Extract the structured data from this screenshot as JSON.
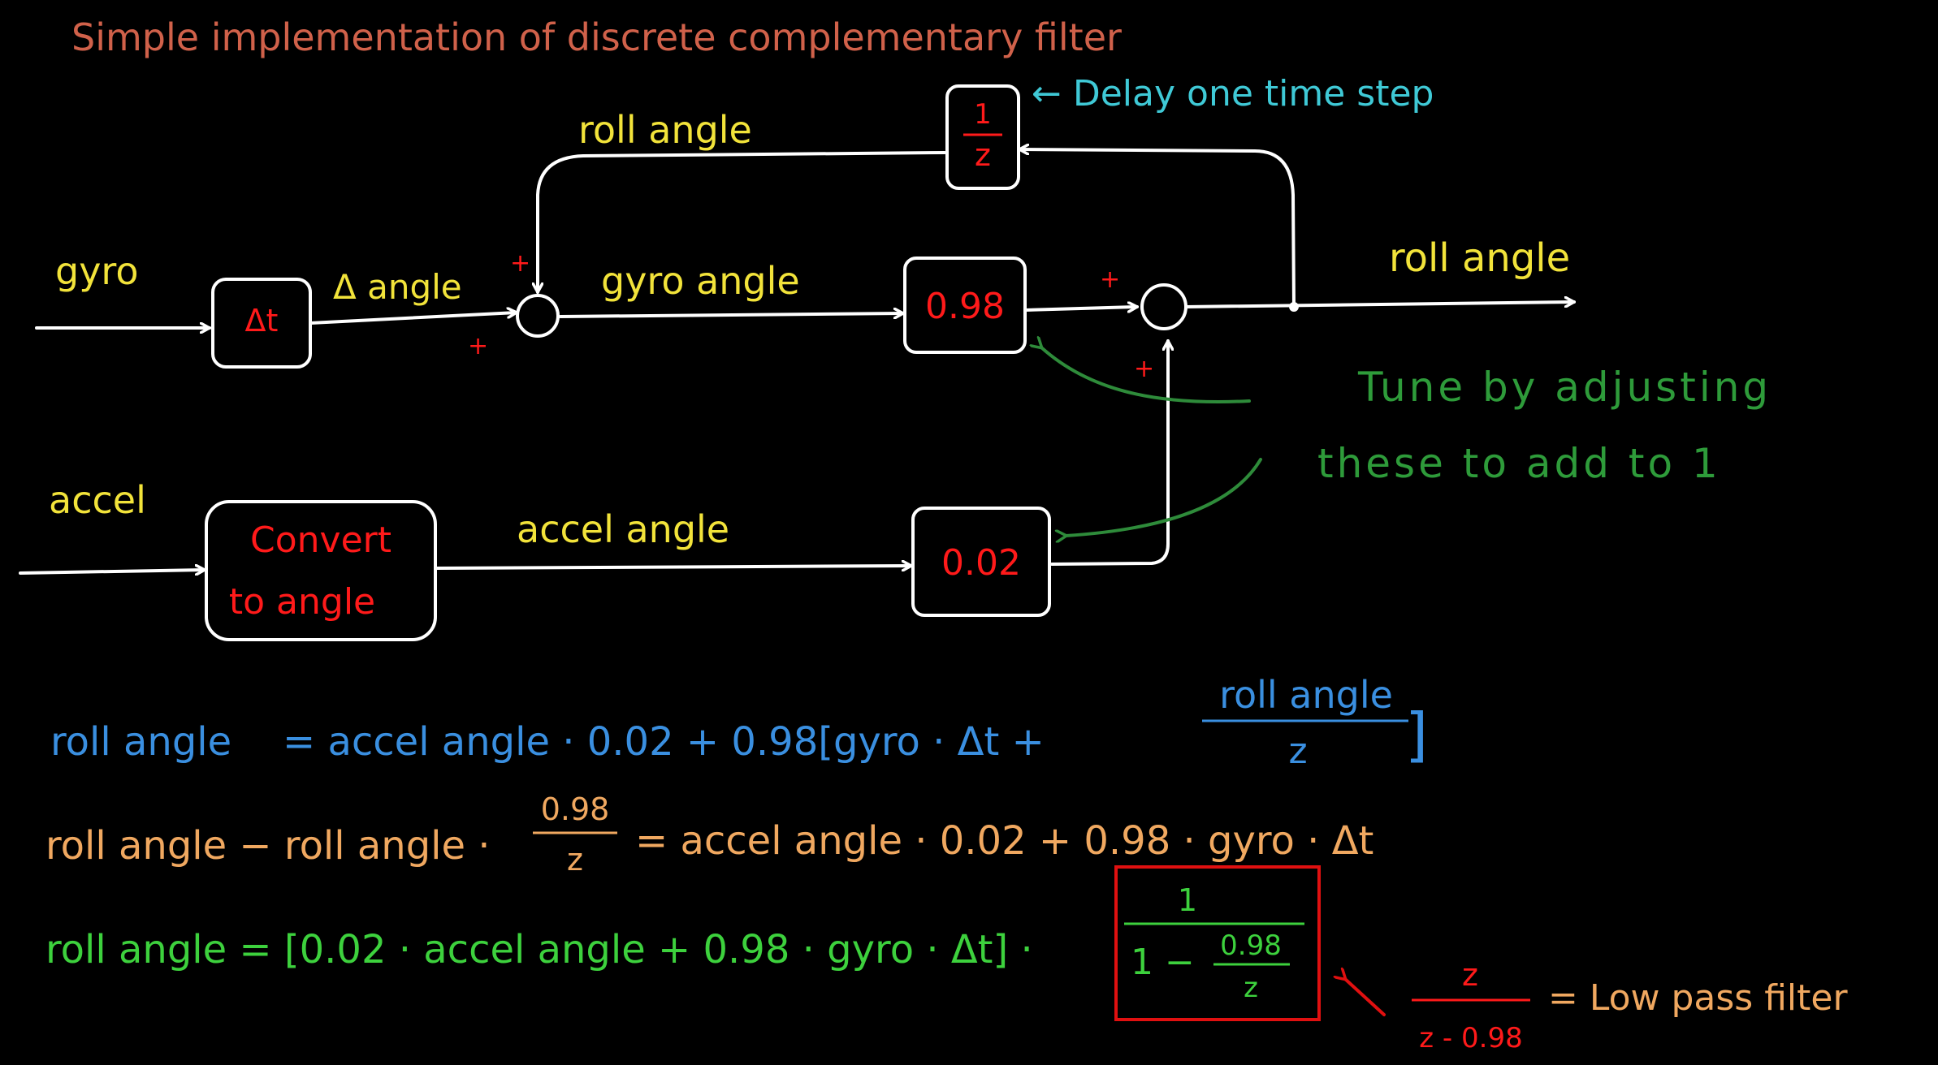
{
  "title": "Simple implementation of discrete complementary filter",
  "colors": {
    "background": "#000000",
    "wire": "#ffffff",
    "block_text": "#ff1a1a",
    "signal_label": "#f2e33a",
    "delay_note": "#3fc9d6",
    "tune_note": "#2e9b3a",
    "eq1": "#3a8fe0",
    "eq2": "#f0a860",
    "eq3": "#3dd13d",
    "eq_box": "#e01010",
    "sign": "#ff1a1a"
  },
  "diagram": {
    "inputs": {
      "gyro": "gyro",
      "accel": "accel"
    },
    "blocks": {
      "dt": "Δt",
      "delay_num": "1",
      "delay_den": "z",
      "gyro_gain": "0.98",
      "accel_gain": "0.02",
      "convert_line1": "Convert",
      "convert_line2": "to angle"
    },
    "labels": {
      "delta_angle": "Δ angle",
      "gyro_angle": "gyro angle",
      "accel_angle": "accel angle",
      "roll_angle_feedback": "roll angle",
      "roll_angle_output": "roll angle"
    },
    "signs": {
      "s1_top": "+",
      "s1_left": "+",
      "s2_left": "+",
      "s2_bottom": "+"
    },
    "notes": {
      "delay": "← Delay one time step",
      "tune_line1": "Tune by adjusting",
      "tune_line2": "these to add to 1"
    }
  },
  "equations": {
    "eq1": {
      "lhs": "roll angle",
      "rhs_a": "= accel angle · 0.02 + 0.98[gyro · Δt +",
      "frac_num": "roll angle",
      "frac_den": "z",
      "close": "]"
    },
    "eq2": {
      "lhs": "roll angle − roll angle ·",
      "frac_num": "0.98",
      "frac_den": "z",
      "rhs": "= accel angle · 0.02 + 0.98 · gyro · Δt"
    },
    "eq3": {
      "lhs": "roll angle = [0.02 · accel angle + 0.98 · gyro · Δt] ·",
      "num": "1",
      "den_prefix": "1 −",
      "den_frac_num": "0.98",
      "den_frac_den": "z"
    },
    "lowpass": {
      "frac_num": "z",
      "frac_den": "z - 0.98",
      "text": "= Low pass filter"
    }
  }
}
